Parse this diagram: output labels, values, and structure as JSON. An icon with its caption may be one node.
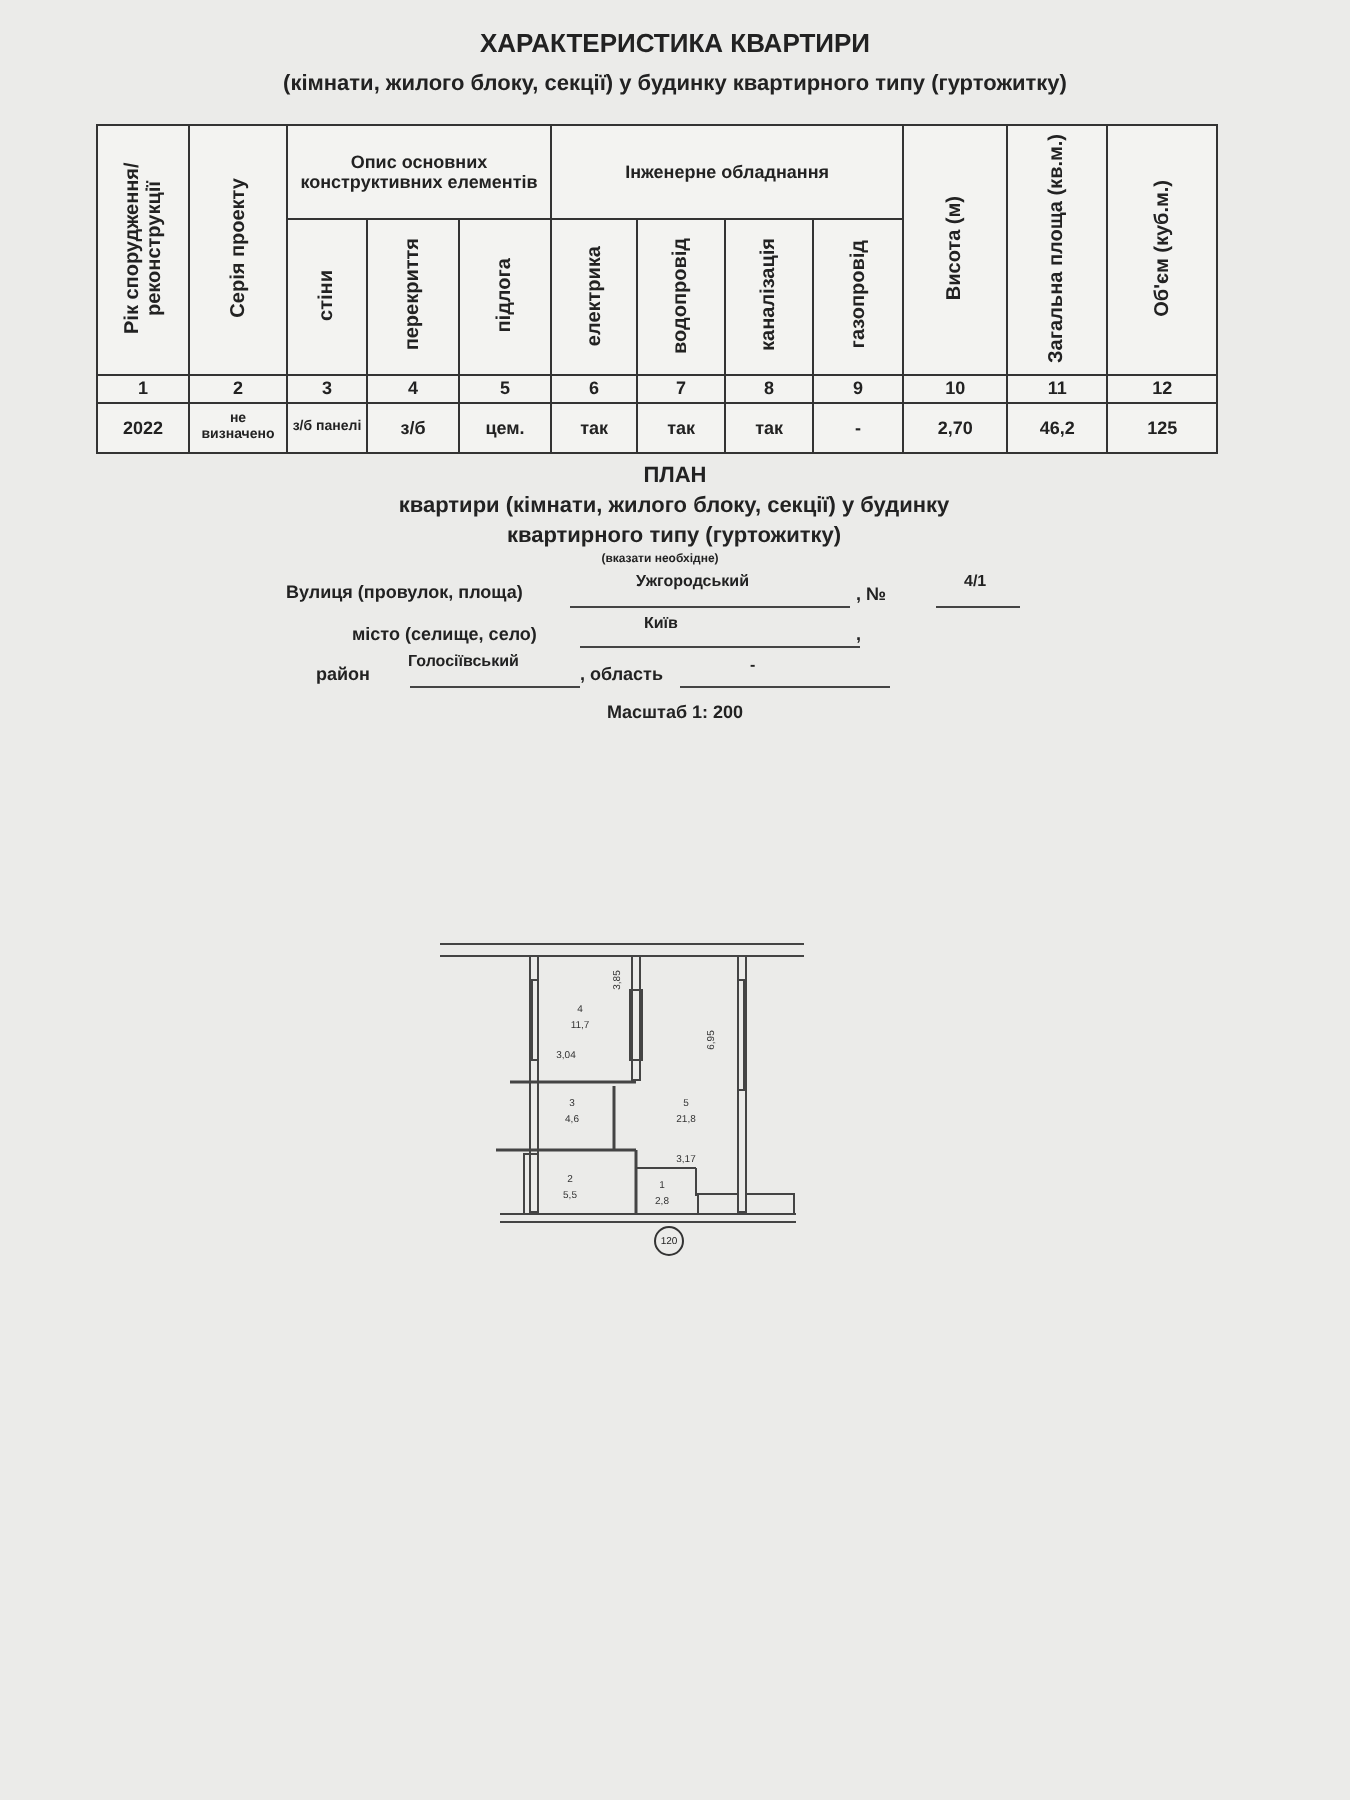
{
  "diagram": {
    "title": "ХАРАКТЕРИСТИКА КВАРТИРИ",
    "labels": [
      "(кімнати, жилого блоку, секції) у будинку квартирного типу (гуртожитку)",
      "Рік спорудження/ реконструкції",
      "Серія проекту",
      "Опис основних конструктивних елементів",
      "Інженерне обладнання",
      "Висота (м)",
      "Загальна площа (кв.м.)",
      "Об'єм (куб.м.)",
      "стіни",
      "перекриття",
      "підлога",
      "електрика",
      "водопровід",
      "каналізація",
      "газопровід",
      "1",
      "2",
      "3",
      "4",
      "5",
      "6",
      "7",
      "8",
      "9",
      "10",
      "11",
      "12",
      "2022",
      "не визначено",
      "з/б панелі",
      "з/б",
      "цем.",
      "так",
      "так",
      "так",
      "-",
      "2,70",
      "46,2",
      "125",
      "ПЛАН",
      "квартири (кімнати, жилого блоку, секції) у будинку квартирного типу (гуртожитку)",
      "(вказати необхідне)",
      "Вулиця (провулок, площа)",
      "Ужгородський",
      ", №",
      "4/1",
      "місто (селище, село)",
      "Київ",
      ",",
      "район",
      "Голосіївський",
      ", область",
      "-",
      "Масштаб 1: 200",
      "3,85",
      "4",
      "11,7",
      "3,04",
      "6,95",
      "3",
      "4,6",
      "5",
      "21,8",
      "3,17",
      "2",
      "5,5",
      "1",
      "2,8",
      "120"
    ]
  }
}
